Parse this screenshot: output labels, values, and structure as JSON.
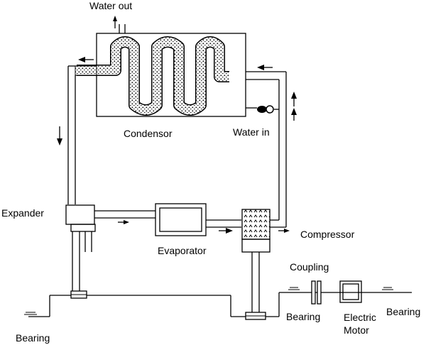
{
  "labels": {
    "water_out": "Water out",
    "condensor": "Condensor",
    "water_in": "Water in",
    "expander": "Expander",
    "evaporator": "Evaporator",
    "compressor": "Compressor",
    "coupling": "Coupling",
    "bearing_left": "Bearing",
    "bearing_mid": "Bearing",
    "bearing_right": "Bearing",
    "electric_motor_line1": "Electric",
    "electric_motor_line2": "Motor"
  }
}
